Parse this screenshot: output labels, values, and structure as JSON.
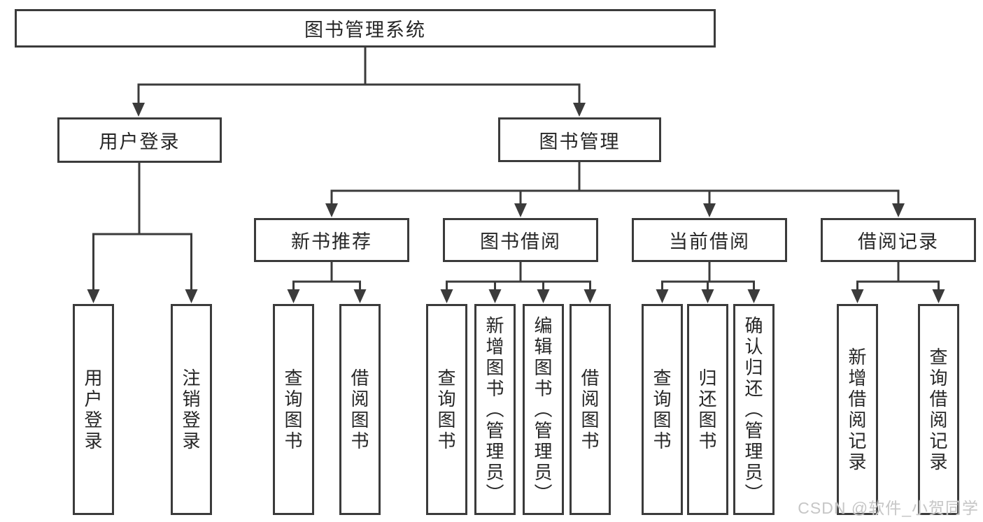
{
  "colors": {
    "line": "#3b3b3b",
    "text": "#262626",
    "watermark": "#c6c6c6"
  },
  "watermark": "CSDN @软件_小贺同学",
  "tree": {
    "root": {
      "label": "图书管理系统"
    },
    "branches": [
      {
        "label": "用户登录",
        "children": [
          {
            "label": "用户登录"
          },
          {
            "label": "注销登录"
          }
        ]
      },
      {
        "label": "图书管理",
        "children": [
          {
            "label": "新书推荐",
            "children": [
              {
                "label": "查询图书"
              },
              {
                "label": "借阅图书"
              }
            ]
          },
          {
            "label": "图书借阅",
            "children": [
              {
                "label": "查询图书"
              },
              {
                "label": "新增图书（管理员）"
              },
              {
                "label": "编辑图书（管理员）"
              },
              {
                "label": "借阅图书"
              }
            ]
          },
          {
            "label": "当前借阅",
            "children": [
              {
                "label": "查询图书"
              },
              {
                "label": "归还图书"
              },
              {
                "label": "确认归还（管理员）"
              }
            ]
          },
          {
            "label": "借阅记录",
            "children": [
              {
                "label": "新增借阅记录"
              },
              {
                "label": "查询借阅记录"
              }
            ]
          }
        ]
      }
    ]
  }
}
